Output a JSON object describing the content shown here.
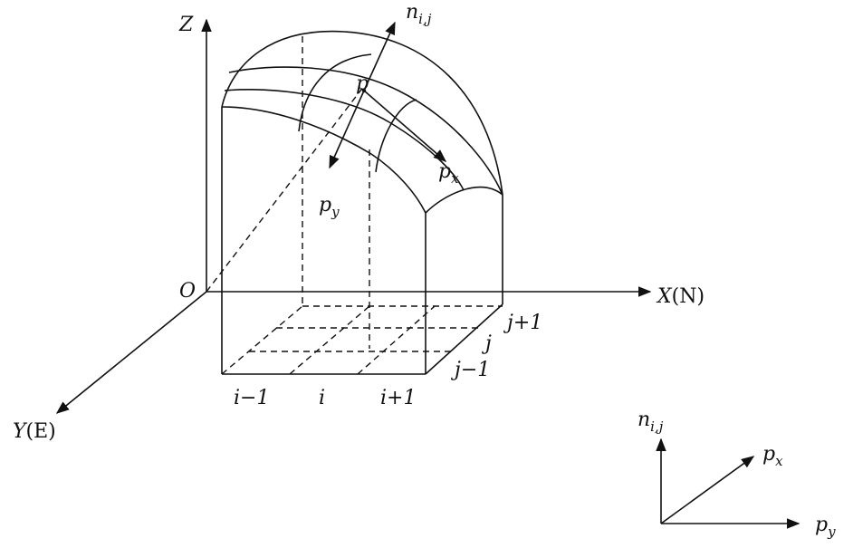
{
  "axes": {
    "z_label": "Z",
    "x_label_var": "X",
    "x_label_unit": "(N)",
    "y_label_var": "Y",
    "y_label_unit": "(E)",
    "origin_label": "O"
  },
  "surface": {
    "point_label": "p",
    "normal_label": "n",
    "normal_sub": "i,j",
    "px_label": "p",
    "px_sub": "x",
    "py_label": "p",
    "py_sub": "y"
  },
  "grid": {
    "i_labels": [
      "i−1",
      "i",
      "i+1"
    ],
    "j_labels": [
      "j+1",
      "j",
      "j−1"
    ]
  },
  "frame": {
    "normal_label": "n",
    "normal_sub": "i,j",
    "px_label": "p",
    "px_sub": "x",
    "py_label": "p",
    "py_sub": "y"
  }
}
